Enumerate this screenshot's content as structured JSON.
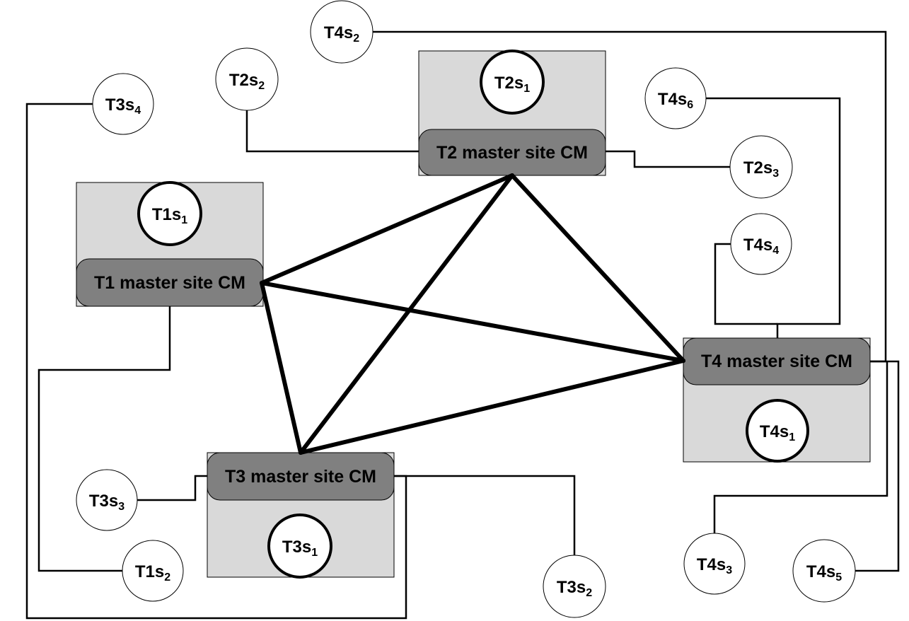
{
  "colors": {
    "panel": "#d9d9d9",
    "cm_box": "#808080",
    "line": "#000000",
    "node_fill": "#ffffff"
  },
  "master_sites": [
    {
      "id": "T1",
      "label": "T1 master site CM"
    },
    {
      "id": "T2",
      "label": "T2 master site CM"
    },
    {
      "id": "T3",
      "label": "T3 master site CM"
    },
    {
      "id": "T4",
      "label": "T4 master site CM"
    }
  ],
  "nodes": [
    {
      "id": "T1s1",
      "main": "T1s",
      "sub": "1",
      "master": true
    },
    {
      "id": "T1s2",
      "main": "T1s",
      "sub": "2",
      "master": false
    },
    {
      "id": "T2s1",
      "main": "T2s",
      "sub": "1",
      "master": true
    },
    {
      "id": "T2s2",
      "main": "T2s",
      "sub": "2",
      "master": false
    },
    {
      "id": "T2s3",
      "main": "T2s",
      "sub": "3",
      "master": false
    },
    {
      "id": "T3s1",
      "main": "T3s",
      "sub": "1",
      "master": true
    },
    {
      "id": "T3s2",
      "main": "T3s",
      "sub": "2",
      "master": false
    },
    {
      "id": "T3s3",
      "main": "T3s",
      "sub": "3",
      "master": false
    },
    {
      "id": "T3s4",
      "main": "T3s",
      "sub": "4",
      "master": false
    },
    {
      "id": "T4s1",
      "main": "T4s",
      "sub": "1",
      "master": true
    },
    {
      "id": "T4s2",
      "main": "T4s",
      "sub": "2",
      "master": false
    },
    {
      "id": "T4s3",
      "main": "T4s",
      "sub": "3",
      "master": false
    },
    {
      "id": "T4s4",
      "main": "T4s",
      "sub": "4",
      "master": false
    },
    {
      "id": "T4s5",
      "main": "T4s",
      "sub": "5",
      "master": false
    },
    {
      "id": "T4s6",
      "main": "T4s",
      "sub": "6",
      "master": false
    }
  ],
  "cm_links": [
    [
      "T1",
      "T2"
    ],
    [
      "T1",
      "T3"
    ],
    [
      "T1",
      "T4"
    ],
    [
      "T2",
      "T3"
    ],
    [
      "T2",
      "T4"
    ],
    [
      "T3",
      "T4"
    ]
  ],
  "site_links": [
    [
      "T1s1",
      "T1"
    ],
    [
      "T1s2",
      "T1"
    ],
    [
      "T2s1",
      "T2"
    ],
    [
      "T2s2",
      "T2"
    ],
    [
      "T2s3",
      "T2"
    ],
    [
      "T3s1",
      "T3"
    ],
    [
      "T3s2",
      "T3"
    ],
    [
      "T3s3",
      "T3"
    ],
    [
      "T3s4",
      "T3"
    ],
    [
      "T4s1",
      "T4"
    ],
    [
      "T4s2",
      "T4"
    ],
    [
      "T4s3",
      "T4"
    ],
    [
      "T4s4",
      "T4"
    ],
    [
      "T4s5",
      "T4"
    ],
    [
      "T4s6",
      "T4"
    ]
  ]
}
